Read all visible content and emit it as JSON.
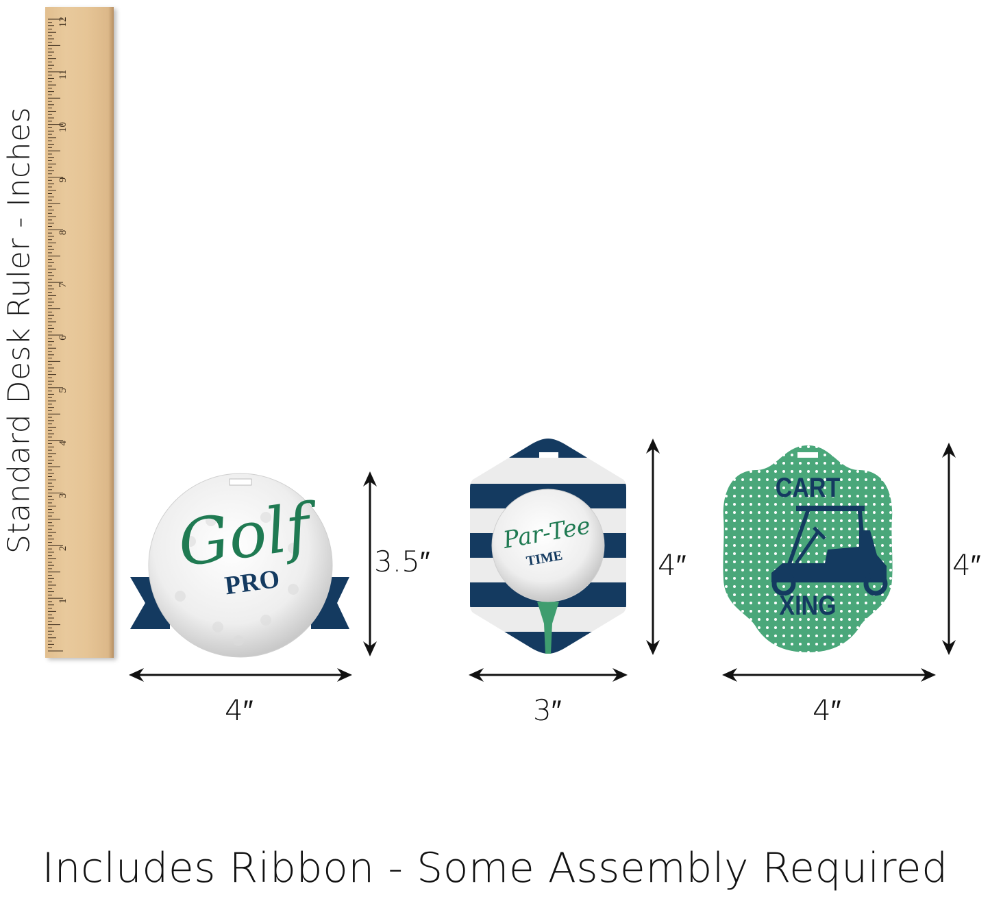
{
  "ruler": {
    "caption": "Standard Desk Ruler - Inches",
    "numbers": [
      "1",
      "2",
      "3",
      "4",
      "5",
      "6",
      "7",
      "8",
      "9",
      "10",
      "11",
      "12"
    ],
    "color": "#e6c596"
  },
  "tags": [
    {
      "name": "golf-pro",
      "title_script": "Golf",
      "title_caps": "PRO",
      "width_label": "4″",
      "height_label": "3.5″"
    },
    {
      "name": "par-tee-time",
      "title_script": "Par-Tee",
      "title_caps": "TIME",
      "width_label": "3″",
      "height_label": "4″"
    },
    {
      "name": "cart-xing",
      "title_top": "CART",
      "title_bottom": "XING",
      "width_label": "4″",
      "height_label": "4″"
    }
  ],
  "colors": {
    "navy": "#143a60",
    "green": "#4aa77a",
    "script_green": "#1f7a52",
    "stripe_light": "#ececec"
  },
  "footer": {
    "caption": "Includes Ribbon - Some Assembly Required"
  }
}
